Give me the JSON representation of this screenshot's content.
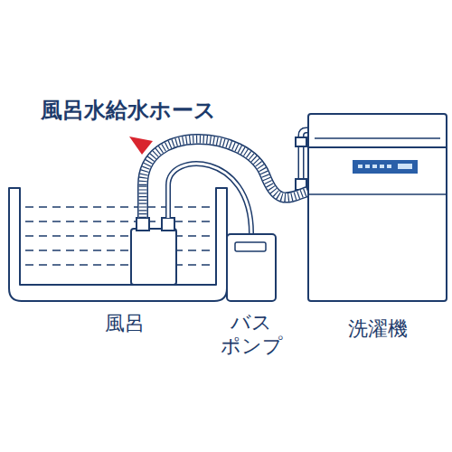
{
  "diagram": {
    "nodes": [
      {
        "text": [
          "風呂"
        ]
      },
      {
        "text": [
          "バス ポンプ"
        ]
      },
      {
        "text": [
          "洗濯機"
        ]
      }
    ],
    "edges": [
      {
        "from": 0,
        "to": 1,
        "arrow": "none"
      },
      {
        "from": 0,
        "to": 2,
        "arrow": "none"
      }
    ],
    "labels": [
      "風呂水給水ホース"
    ]
  }
}
